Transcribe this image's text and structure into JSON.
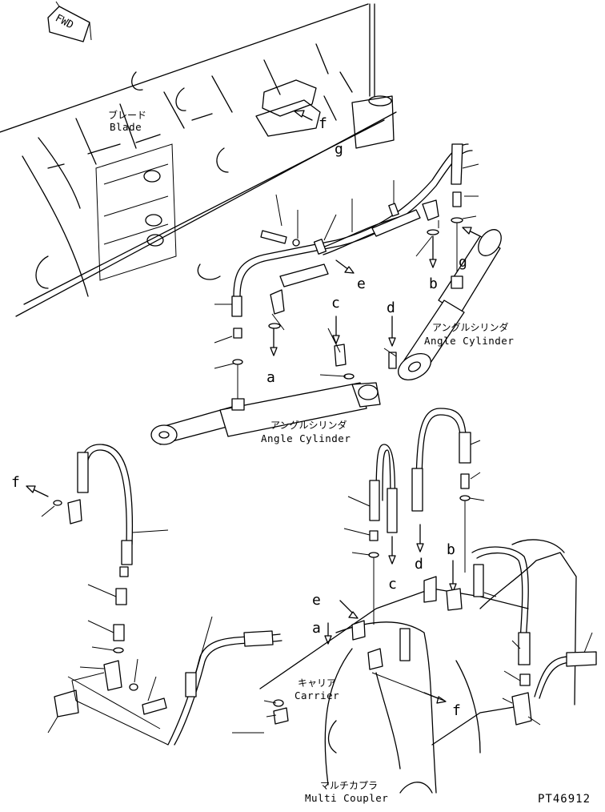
{
  "direction_label": "FWD",
  "parts": {
    "blade": {
      "jp": "ブレード",
      "en": "Blade"
    },
    "angle_cylinder_right": {
      "jp": "アングルシリンダ",
      "en": "Angle Cylinder"
    },
    "angle_cylinder_left": {
      "jp": "アングルシリンダ",
      "en": "Angle Cylinder"
    },
    "carrier": {
      "jp": "キャリア",
      "en": "Carrier"
    },
    "multi_coupler": {
      "jp": "マルチカプラ",
      "en": "Multi Coupler"
    }
  },
  "connection_labels": {
    "a_top": "a",
    "b_top": "b",
    "c_top": "c",
    "d_top": "d",
    "e_top": "e",
    "f_top": "f",
    "g_top": "g",
    "g_cyl": "g",
    "a_bottom": "a",
    "b_bottom": "b",
    "c_bottom": "c",
    "d_bottom": "d",
    "e_bottom": "e",
    "f_left": "f",
    "f_bottom": "f"
  },
  "drawing_code": "PT46912"
}
